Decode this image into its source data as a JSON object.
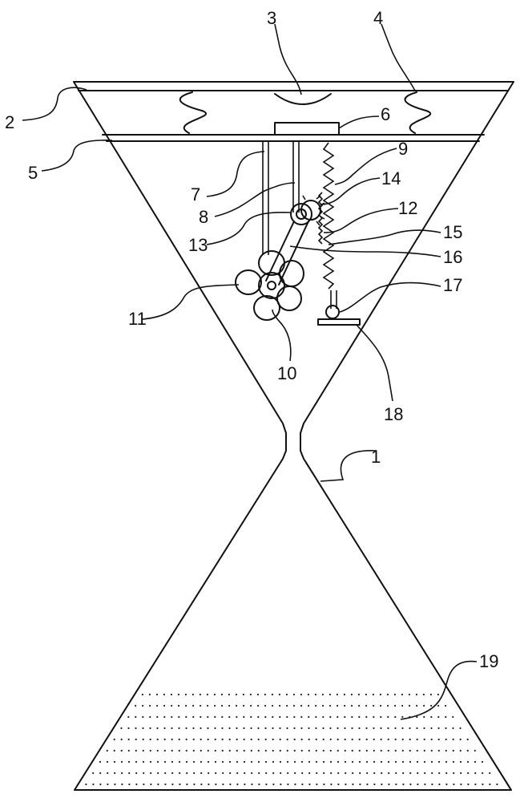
{
  "figure": {
    "labels": [
      {
        "key": "1",
        "text": "1"
      },
      {
        "key": "2",
        "text": "2"
      },
      {
        "key": "3",
        "text": "3"
      },
      {
        "key": "4",
        "text": "4"
      },
      {
        "key": "5",
        "text": "5"
      },
      {
        "key": "6",
        "text": "6"
      },
      {
        "key": "7",
        "text": "7"
      },
      {
        "key": "8",
        "text": "8"
      },
      {
        "key": "9",
        "text": "9"
      },
      {
        "key": "10",
        "text": "10"
      },
      {
        "key": "11",
        "text": "11"
      },
      {
        "key": "12",
        "text": "12"
      },
      {
        "key": "13",
        "text": "13"
      },
      {
        "key": "14",
        "text": "14"
      },
      {
        "key": "15",
        "text": "15"
      },
      {
        "key": "16",
        "text": "16"
      },
      {
        "key": "17",
        "text": "17"
      },
      {
        "key": "18",
        "text": "18"
      },
      {
        "key": "19",
        "text": "19"
      }
    ]
  }
}
